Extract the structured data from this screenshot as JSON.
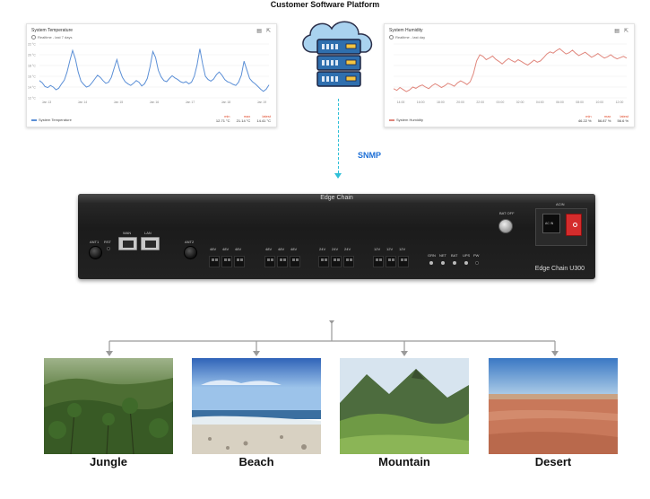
{
  "title": "Customer Software Platform",
  "protocol_label": "SNMP",
  "panels": {
    "left": {
      "title": "System Temperature",
      "subtitle": "Realtime - last 7 days",
      "legend": "System Temperature",
      "color": "#5b8fd6",
      "stats": [
        {
          "label": "min",
          "value": "12.71 °C"
        },
        {
          "label": "max",
          "value": "21.14 °C"
        },
        {
          "label": "latest",
          "value": "14.41 °C"
        }
      ],
      "y_ticks": [
        "22 °C",
        "20 °C",
        "18 °C",
        "16 °C",
        "14 °C",
        "12 °C"
      ],
      "x_ticks": [
        "Jan 13",
        "Jan 14",
        "Jan 15",
        "Jan 16",
        "Jan 17",
        "Jan 18",
        "Jan 19"
      ],
      "values": [
        15.2,
        14.8,
        14.1,
        13.9,
        14.3,
        14.0,
        13.5,
        13.8,
        14.6,
        15.3,
        16.8,
        18.9,
        20.8,
        19.2,
        16.8,
        15.1,
        14.5,
        14.0,
        14.2,
        14.8,
        15.5,
        16.2,
        15.8,
        15.2,
        14.7,
        14.9,
        15.8,
        17.5,
        19.1,
        17.2,
        15.8,
        15.0,
        14.6,
        14.3,
        14.7,
        15.2,
        14.9,
        14.2,
        14.6,
        15.6,
        17.8,
        20.6,
        19.5,
        17.1,
        15.9,
        15.2,
        15.0,
        15.6,
        16.1,
        15.7,
        15.4,
        15.0,
        14.8,
        15.0,
        14.6,
        14.9,
        16.0,
        18.1,
        21.1,
        18.3,
        16.0,
        15.4,
        15.1,
        15.5,
        16.3,
        16.8,
        16.2,
        15.4,
        15.0,
        14.8,
        14.5,
        14.3,
        14.9,
        16.2,
        18.8,
        17.2,
        15.6,
        15.0,
        14.6,
        14.1,
        13.6,
        13.2,
        13.6,
        14.4
      ],
      "range": [
        12,
        22
      ]
    },
    "right": {
      "title": "System Humidity",
      "subtitle": "Realtime - last day",
      "legend": "System Humidity",
      "color": "#e0867c",
      "stats": [
        {
          "label": "min",
          "value": "46.22 %"
        },
        {
          "label": "max",
          "value": "56.87 %"
        },
        {
          "label": "latest",
          "value": "56.6 %"
        }
      ],
      "x_ticks": [
        "14:00",
        "16:00",
        "18:00",
        "20:00",
        "22:00",
        "00:00",
        "02:00",
        "04:00",
        "06:00",
        "08:00",
        "10:00",
        "12:00"
      ],
      "values": [
        47.2,
        46.8,
        47.5,
        47.0,
        46.5,
        46.9,
        47.6,
        47.3,
        47.8,
        48.1,
        47.6,
        47.2,
        47.9,
        48.4,
        48.0,
        47.5,
        47.9,
        48.5,
        48.2,
        47.8,
        48.6,
        49.1,
        48.7,
        48.2,
        48.9,
        50.8,
        53.9,
        55.4,
        55.0,
        54.2,
        54.6,
        55.1,
        54.3,
        53.8,
        53.2,
        53.9,
        54.5,
        54.0,
        53.6,
        54.2,
        53.8,
        53.3,
        52.9,
        53.5,
        54.1,
        53.6,
        53.9,
        54.7,
        55.6,
        56.1,
        55.8,
        56.4,
        56.87,
        56.2,
        55.6,
        55.9,
        56.5,
        55.8,
        55.2,
        55.6,
        56.0,
        55.4,
        54.8,
        55.2,
        55.7,
        55.1,
        54.6,
        54.9,
        55.4,
        54.8,
        54.4,
        54.7,
        55.0,
        54.6
      ],
      "range": [
        45,
        58
      ]
    }
  },
  "device": {
    "name": "Edge Chain",
    "model": "Edge Chain U300",
    "ant1": "ANT1",
    "rst": "RST",
    "wan": "WAN",
    "lan": "LAN",
    "ant2": "ANT2",
    "terminals": [
      "48V",
      "48V",
      "48V",
      "48V",
      "48V",
      "48V",
      "24V",
      "24V",
      "24V",
      "12V",
      "12V",
      "12V"
    ],
    "leds": [
      "GRN",
      "NET",
      "BAT",
      "UPS",
      "PW"
    ],
    "bat_off": "BAT OFF",
    "acin": "ACIN",
    "socket_text": "AC IN"
  },
  "locations": [
    "Jungle",
    "Beach",
    "Mountain",
    "Desert"
  ]
}
